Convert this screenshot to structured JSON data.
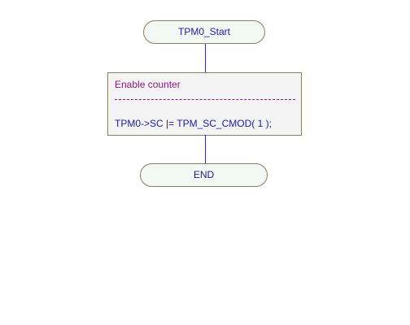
{
  "flowchart": {
    "start_label": "TPM0_Start",
    "process": {
      "comment": "Enable counter",
      "code": "TPM0->SC |= TPM_SC_CMOD( 1 );"
    },
    "end_label": "END"
  },
  "colors": {
    "terminator_fill": "#f2f9f4",
    "process_fill": "#f4f4f4",
    "border": "#8a8060",
    "code_text": "#1a1aa8",
    "comment_text": "#8a1a7a",
    "connector": "#2a2ab0"
  }
}
